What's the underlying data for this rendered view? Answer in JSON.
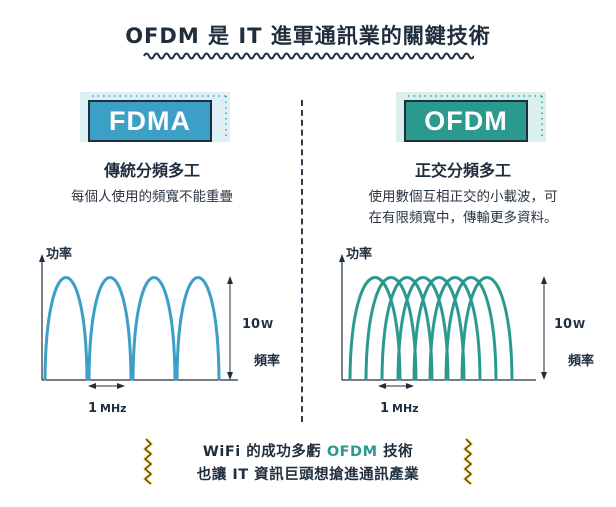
{
  "title": "OFDM 是 IT 進軍通訊業的關鍵技術",
  "left": {
    "badge": "FDMA",
    "subtitle": "傳統分頻多工",
    "desc_lines": [
      "每個人使用的頻寬不能重疊"
    ],
    "ylabel": "功率",
    "xlabel": "頻率",
    "power_label": "10",
    "power_unit": "W",
    "bandwidth_label": "1",
    "bandwidth_unit": "MHz",
    "subcarriers": 4,
    "overlapping": false
  },
  "right": {
    "badge": "OFDM",
    "subtitle": "正交分頻多工",
    "desc_lines": [
      "使用數個互相正交的小載波，可",
      "在有限頻寬中，傳輸更多資料。"
    ],
    "ylabel": "功率",
    "xlabel": "頻率",
    "power_label": "10",
    "power_unit": "W",
    "bandwidth_label": "1",
    "bandwidth_unit": "MHz",
    "subcarriers": 8,
    "overlapping": true
  },
  "footer": {
    "line1_pre": "WiFi 的成功多虧 ",
    "line1_highlight": "OFDM",
    "line1_post": " 技術",
    "line2": "也讓 IT 資訊巨頭想搶進通訊產業"
  },
  "colors": {
    "fdma_wave": "#3b9fc6",
    "ofdm_wave": "#2a9a8e",
    "dark": "#1f2d3d",
    "accent_yellow": "#f2c230"
  }
}
